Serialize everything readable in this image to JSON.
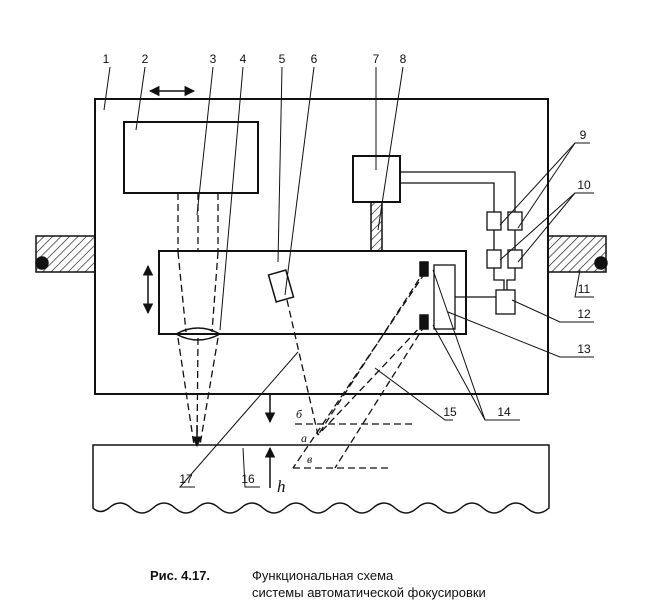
{
  "figure": {
    "caption_label": "Рис. 4.17.",
    "caption_line1": "Функциональная схема",
    "caption_line2": "системы автоматической фокусировки"
  },
  "callouts": [
    "1",
    "2",
    "3",
    "4",
    "5",
    "6",
    "7",
    "8",
    "9",
    "10",
    "11",
    "12",
    "13",
    "14",
    "15",
    "16",
    "17"
  ],
  "point_labels": {
    "b": "б",
    "a": "а",
    "v": "в"
  },
  "height_label": "h"
}
